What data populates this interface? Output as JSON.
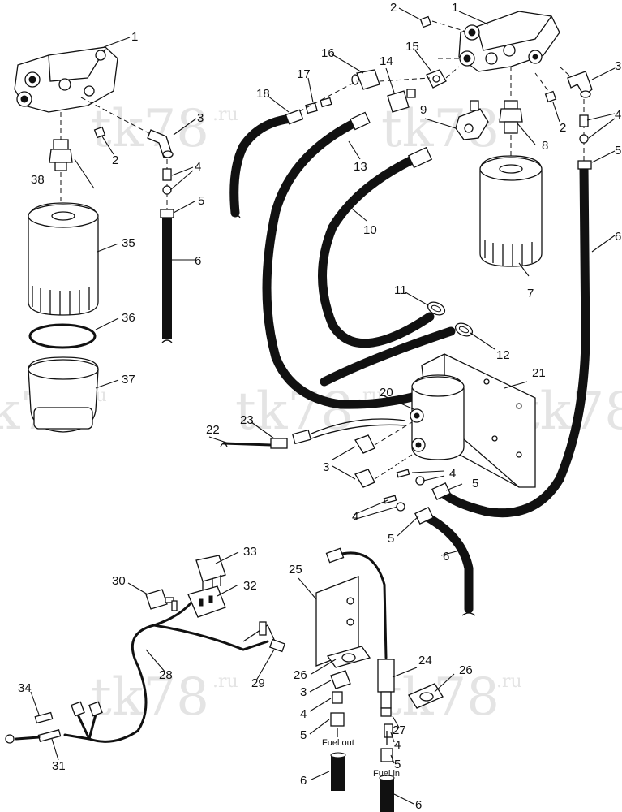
{
  "watermark": {
    "text": "tk78",
    "suffix": ".ru"
  },
  "callouts": [
    {
      "id": "c1a",
      "text": "1"
    },
    {
      "id": "c1b",
      "text": "1"
    },
    {
      "id": "c2a",
      "text": "2"
    },
    {
      "id": "c2b",
      "text": "2"
    },
    {
      "id": "c2c",
      "text": "2"
    },
    {
      "id": "c3a",
      "text": "3"
    },
    {
      "id": "c3b",
      "text": "3"
    },
    {
      "id": "c3c",
      "text": "3"
    },
    {
      "id": "c3d",
      "text": "3"
    },
    {
      "id": "c4a",
      "text": "4"
    },
    {
      "id": "c4b",
      "text": "4"
    },
    {
      "id": "c4c",
      "text": "4"
    },
    {
      "id": "c4d",
      "text": "4"
    },
    {
      "id": "c4e",
      "text": "4"
    },
    {
      "id": "c4f",
      "text": "4"
    },
    {
      "id": "c5a",
      "text": "5"
    },
    {
      "id": "c5b",
      "text": "5"
    },
    {
      "id": "c5c",
      "text": "5"
    },
    {
      "id": "c5d",
      "text": "5"
    },
    {
      "id": "c5e",
      "text": "5"
    },
    {
      "id": "c5f",
      "text": "5"
    },
    {
      "id": "c6a",
      "text": "6"
    },
    {
      "id": "c6b",
      "text": "6"
    },
    {
      "id": "c6c",
      "text": "6"
    },
    {
      "id": "c6d",
      "text": "6"
    },
    {
      "id": "c6e",
      "text": "6"
    },
    {
      "id": "c7",
      "text": "7"
    },
    {
      "id": "c8",
      "text": "8"
    },
    {
      "id": "c9",
      "text": "9"
    },
    {
      "id": "c10",
      "text": "10"
    },
    {
      "id": "c11",
      "text": "11"
    },
    {
      "id": "c12",
      "text": "12"
    },
    {
      "id": "c13",
      "text": "13"
    },
    {
      "id": "c14",
      "text": "14"
    },
    {
      "id": "c15",
      "text": "15"
    },
    {
      "id": "c16",
      "text": "16"
    },
    {
      "id": "c17",
      "text": "17"
    },
    {
      "id": "c18",
      "text": "18"
    },
    {
      "id": "c20",
      "text": "20"
    },
    {
      "id": "c21",
      "text": "21"
    },
    {
      "id": "c22",
      "text": "22"
    },
    {
      "id": "c23",
      "text": "23"
    },
    {
      "id": "c24",
      "text": "24"
    },
    {
      "id": "c25",
      "text": "25"
    },
    {
      "id": "c26a",
      "text": "26"
    },
    {
      "id": "c26b",
      "text": "26"
    },
    {
      "id": "c27",
      "text": "27"
    },
    {
      "id": "c28",
      "text": "28"
    },
    {
      "id": "c29",
      "text": "29"
    },
    {
      "id": "c30",
      "text": "30"
    },
    {
      "id": "c31",
      "text": "31"
    },
    {
      "id": "c32",
      "text": "32"
    },
    {
      "id": "c33",
      "text": "33"
    },
    {
      "id": "c34",
      "text": "34"
    },
    {
      "id": "c35",
      "text": "35"
    },
    {
      "id": "c36",
      "text": "36"
    },
    {
      "id": "c37",
      "text": "37"
    },
    {
      "id": "c38",
      "text": "38"
    }
  ],
  "flow_labels": {
    "fuel_out": "Fuel out",
    "fuel_in": "Fuel in"
  }
}
